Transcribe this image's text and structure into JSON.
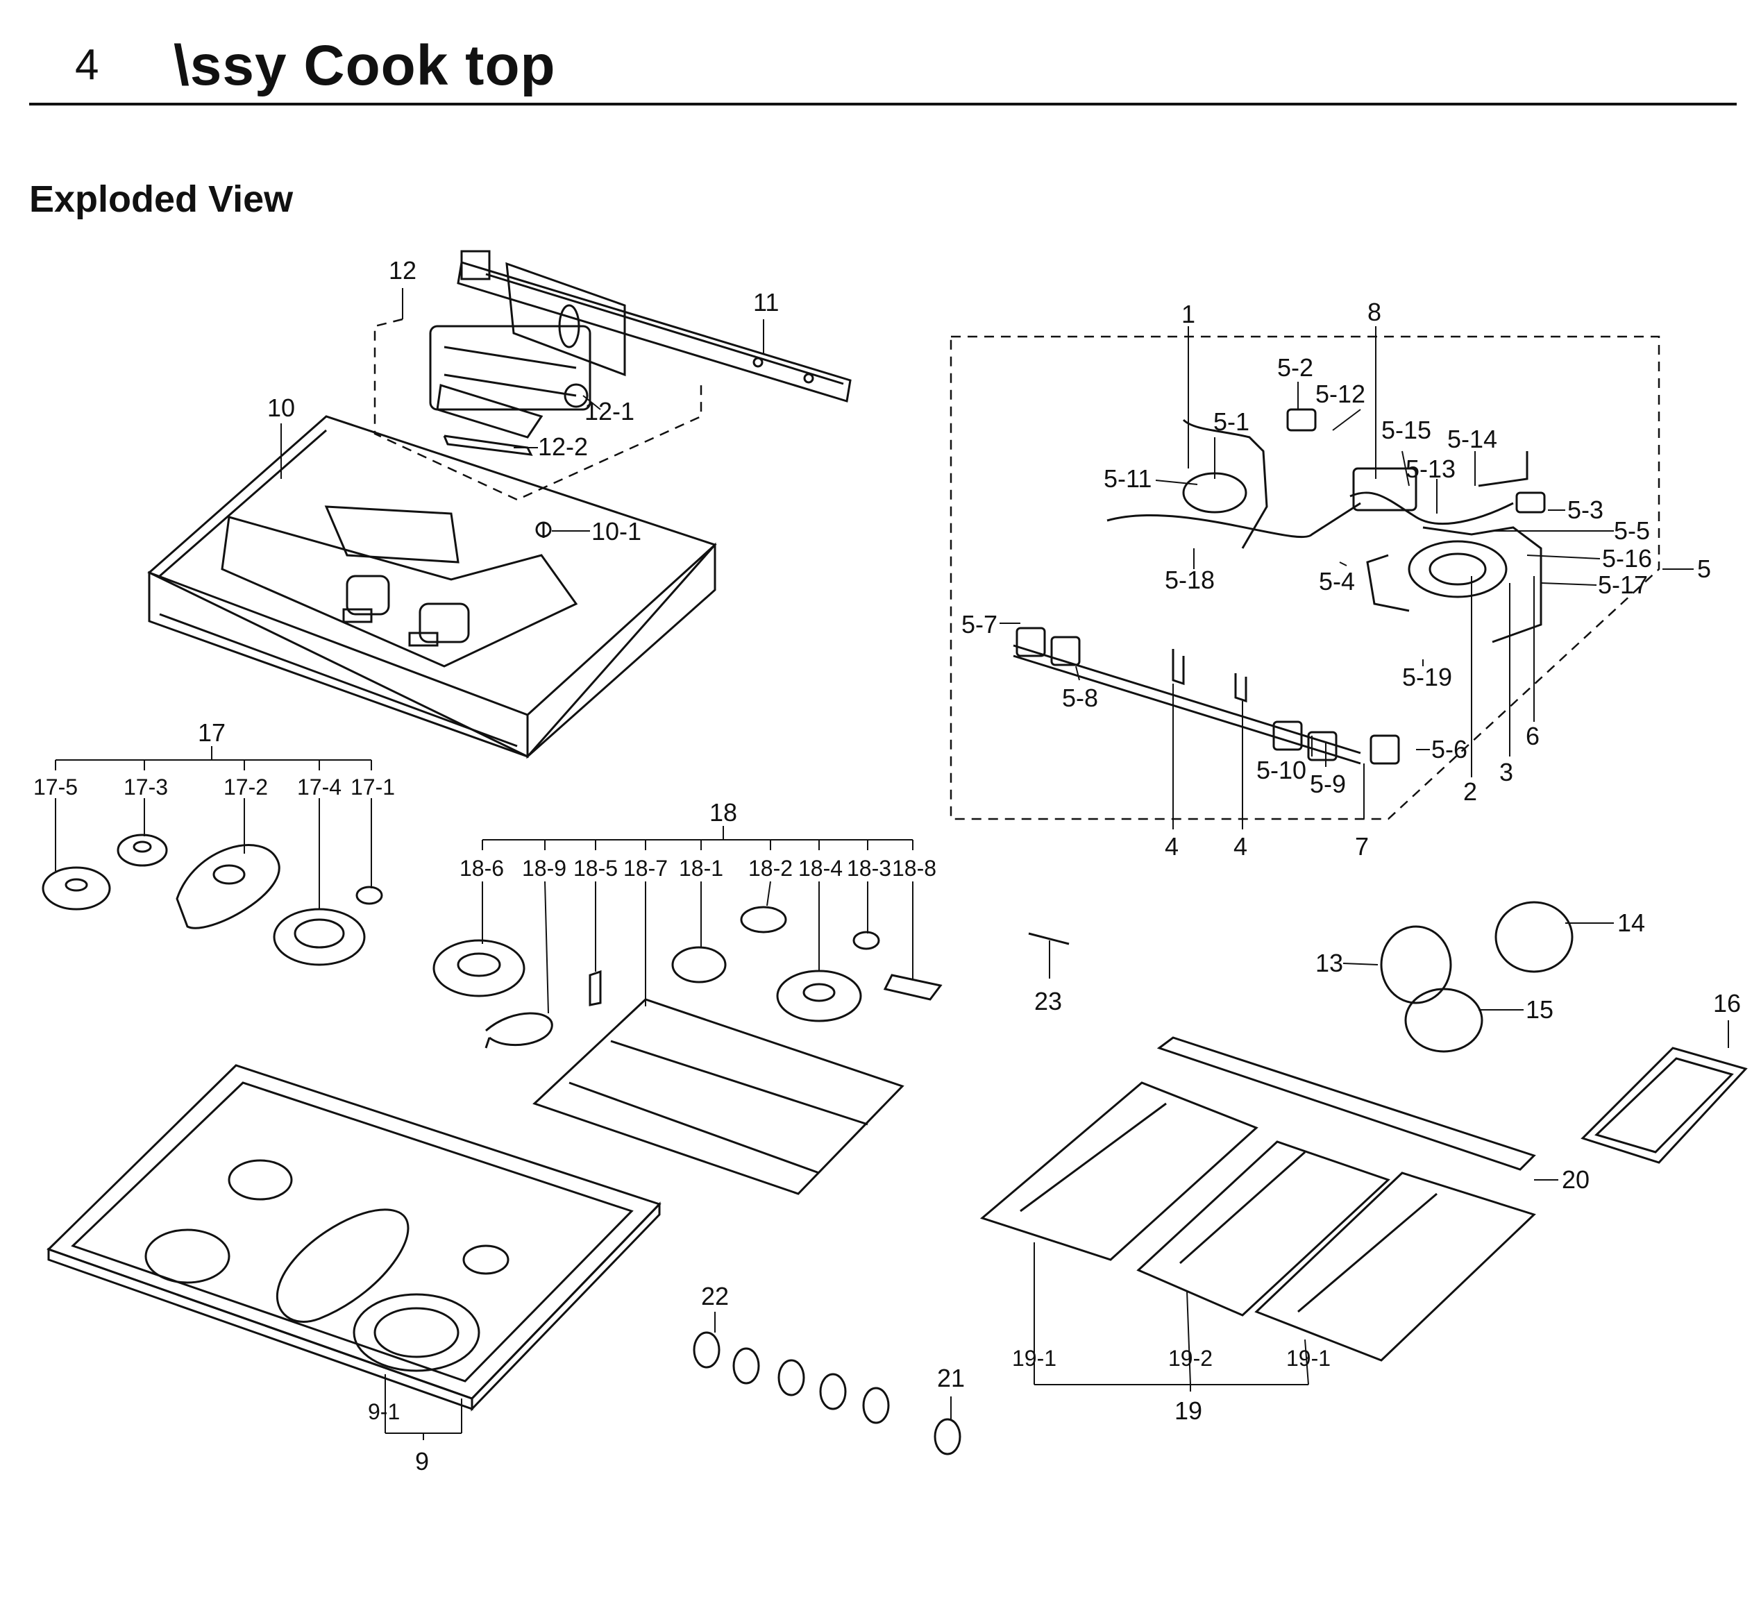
{
  "header": {
    "section_number": "4",
    "section_title": "\\ssy Cook top"
  },
  "view_title": "Exploded View",
  "callouts": {
    "c1": "1",
    "c2": "2",
    "c3": "3",
    "c4a": "4",
    "c4b": "4",
    "c5": "5",
    "c6": "6",
    "c7": "7",
    "c8": "8",
    "c9": "9",
    "c9_1": "9-1",
    "c10": "10",
    "c10_1": "10-1",
    "c11": "11",
    "c12": "12",
    "c12_1": "12-1",
    "c12_2": "12-2",
    "c13": "13",
    "c14": "14",
    "c15": "15",
    "c16": "16",
    "c17": "17",
    "c17_1": "17-1",
    "c17_2": "17-2",
    "c17_3": "17-3",
    "c17_4": "17-4",
    "c17_5": "17-5",
    "c18": "18",
    "c18_1": "18-1",
    "c18_2": "18-2",
    "c18_3": "18-3",
    "c18_4": "18-4",
    "c18_5": "18-5",
    "c18_6": "18-6",
    "c18_7": "18-7",
    "c18_8": "18-8",
    "c18_9": "18-9",
    "c19": "19",
    "c19_1a": "19-1",
    "c19_1b": "19-1",
    "c19_2": "19-2",
    "c20": "20",
    "c21": "21",
    "c22": "22",
    "c23": "23",
    "c5_1": "5-1",
    "c5_2": "5-2",
    "c5_3": "5-3",
    "c5_4": "5-4",
    "c5_5": "5-5",
    "c5_6": "5-6",
    "c5_7": "5-7",
    "c5_8": "5-8",
    "c5_9": "5-9",
    "c5_10": "5-10",
    "c5_11": "5-11",
    "c5_12": "5-12",
    "c5_13": "5-13",
    "c5_14": "5-14",
    "c5_15": "5-15",
    "c5_16": "5-16",
    "c5_17": "5-17",
    "c5_18": "5-18",
    "c5_19": "5-19"
  }
}
